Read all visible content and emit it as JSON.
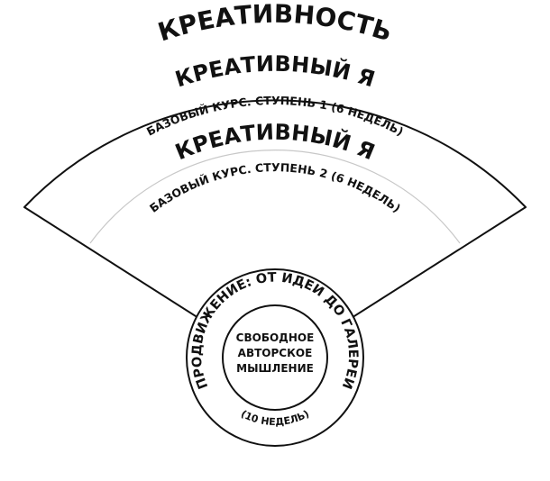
{
  "title": "КРЕАТИВНОСТЬ",
  "outer_band": {
    "title": "КРЕАТИВНЫЙ Я",
    "subtitle": "БАЗОВЫЙ КУРС. СТУПЕНЬ 1 (6 НЕДЕЛЬ)"
  },
  "inner_band": {
    "title": "КРЕАТИВНЫЙ Я",
    "subtitle": "БАЗОВЫЙ КУРС. СТУПЕНЬ 2 (6 НЕДЕЛЬ)"
  },
  "hub": {
    "ring_label": "ПРОДВИЖЕНИЕ: ОТ ИДЕИ ДО ГАЛЕРЕИ",
    "duration": "(10 НЕДЕЛЬ)",
    "center_lines": [
      "СВОБОДНОЕ",
      "АВТОРСКОЕ",
      "МЫШЛЕНИЕ"
    ]
  },
  "colors": {
    "stroke": "#111111",
    "divider": "#c8c8c8",
    "background": "#ffffff"
  }
}
